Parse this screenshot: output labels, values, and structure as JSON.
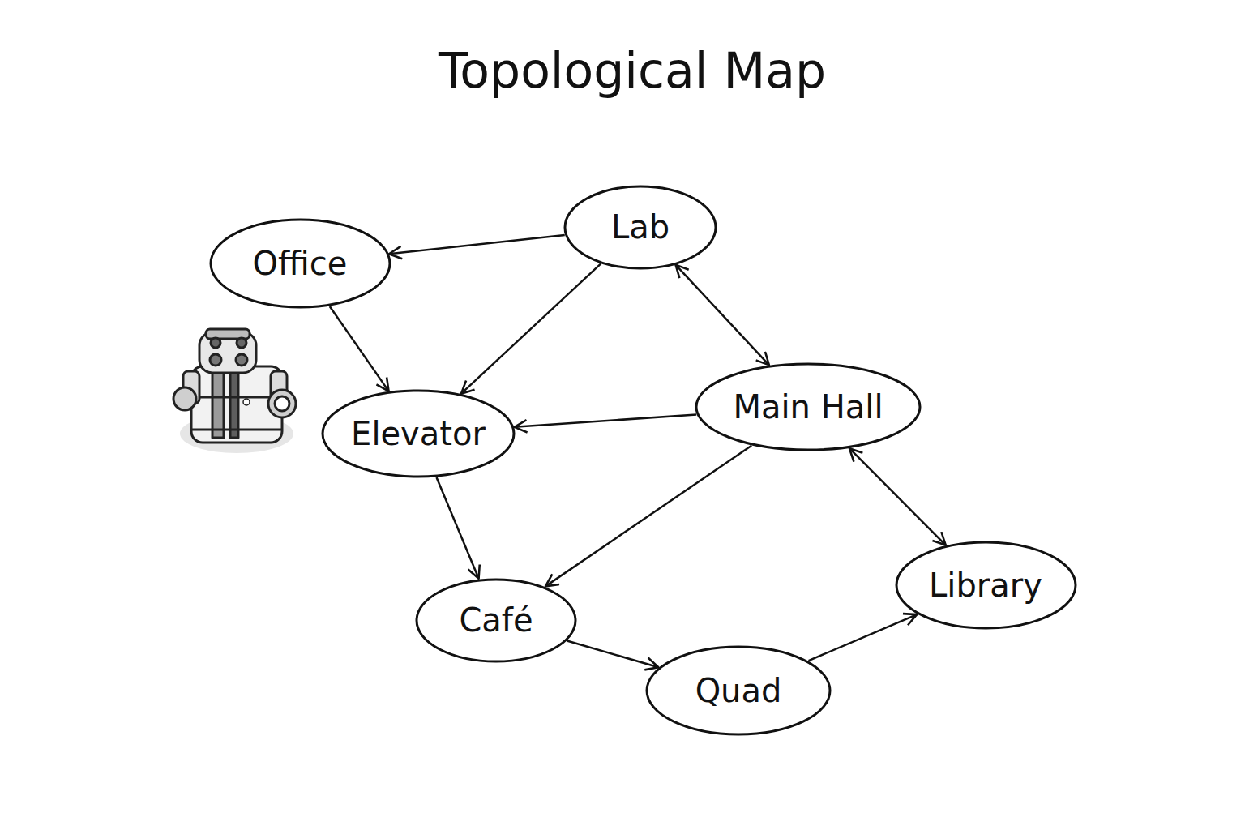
{
  "diagram": {
    "title": "Topological Map",
    "nodes": [
      {
        "text": [
          "Lab"
        ]
      },
      {
        "text": [
          "Office"
        ]
      },
      {
        "text": [
          "Main Hall"
        ]
      },
      {
        "text": [
          "Elevator"
        ]
      },
      {
        "text": [
          "Library"
        ]
      },
      {
        "text": [
          "Café"
        ]
      },
      {
        "text": [
          "Quad"
        ]
      }
    ],
    "edges": [
      {
        "from": 0,
        "to": 1,
        "arrow": "to"
      },
      {
        "from": 1,
        "to": 3,
        "arrow": "to"
      },
      {
        "from": 0,
        "to": 3,
        "arrow": "to"
      },
      {
        "from": 0,
        "to": 2,
        "arrow": "both"
      },
      {
        "from": 2,
        "to": 3,
        "arrow": "to"
      },
      {
        "from": 2,
        "to": 5,
        "arrow": "to"
      },
      {
        "from": 2,
        "to": 4,
        "arrow": "both"
      },
      {
        "from": 3,
        "to": 5,
        "arrow": "to"
      },
      {
        "from": 5,
        "to": 6,
        "arrow": "to"
      },
      {
        "from": 6,
        "to": 4,
        "arrow": "to"
      }
    ]
  }
}
